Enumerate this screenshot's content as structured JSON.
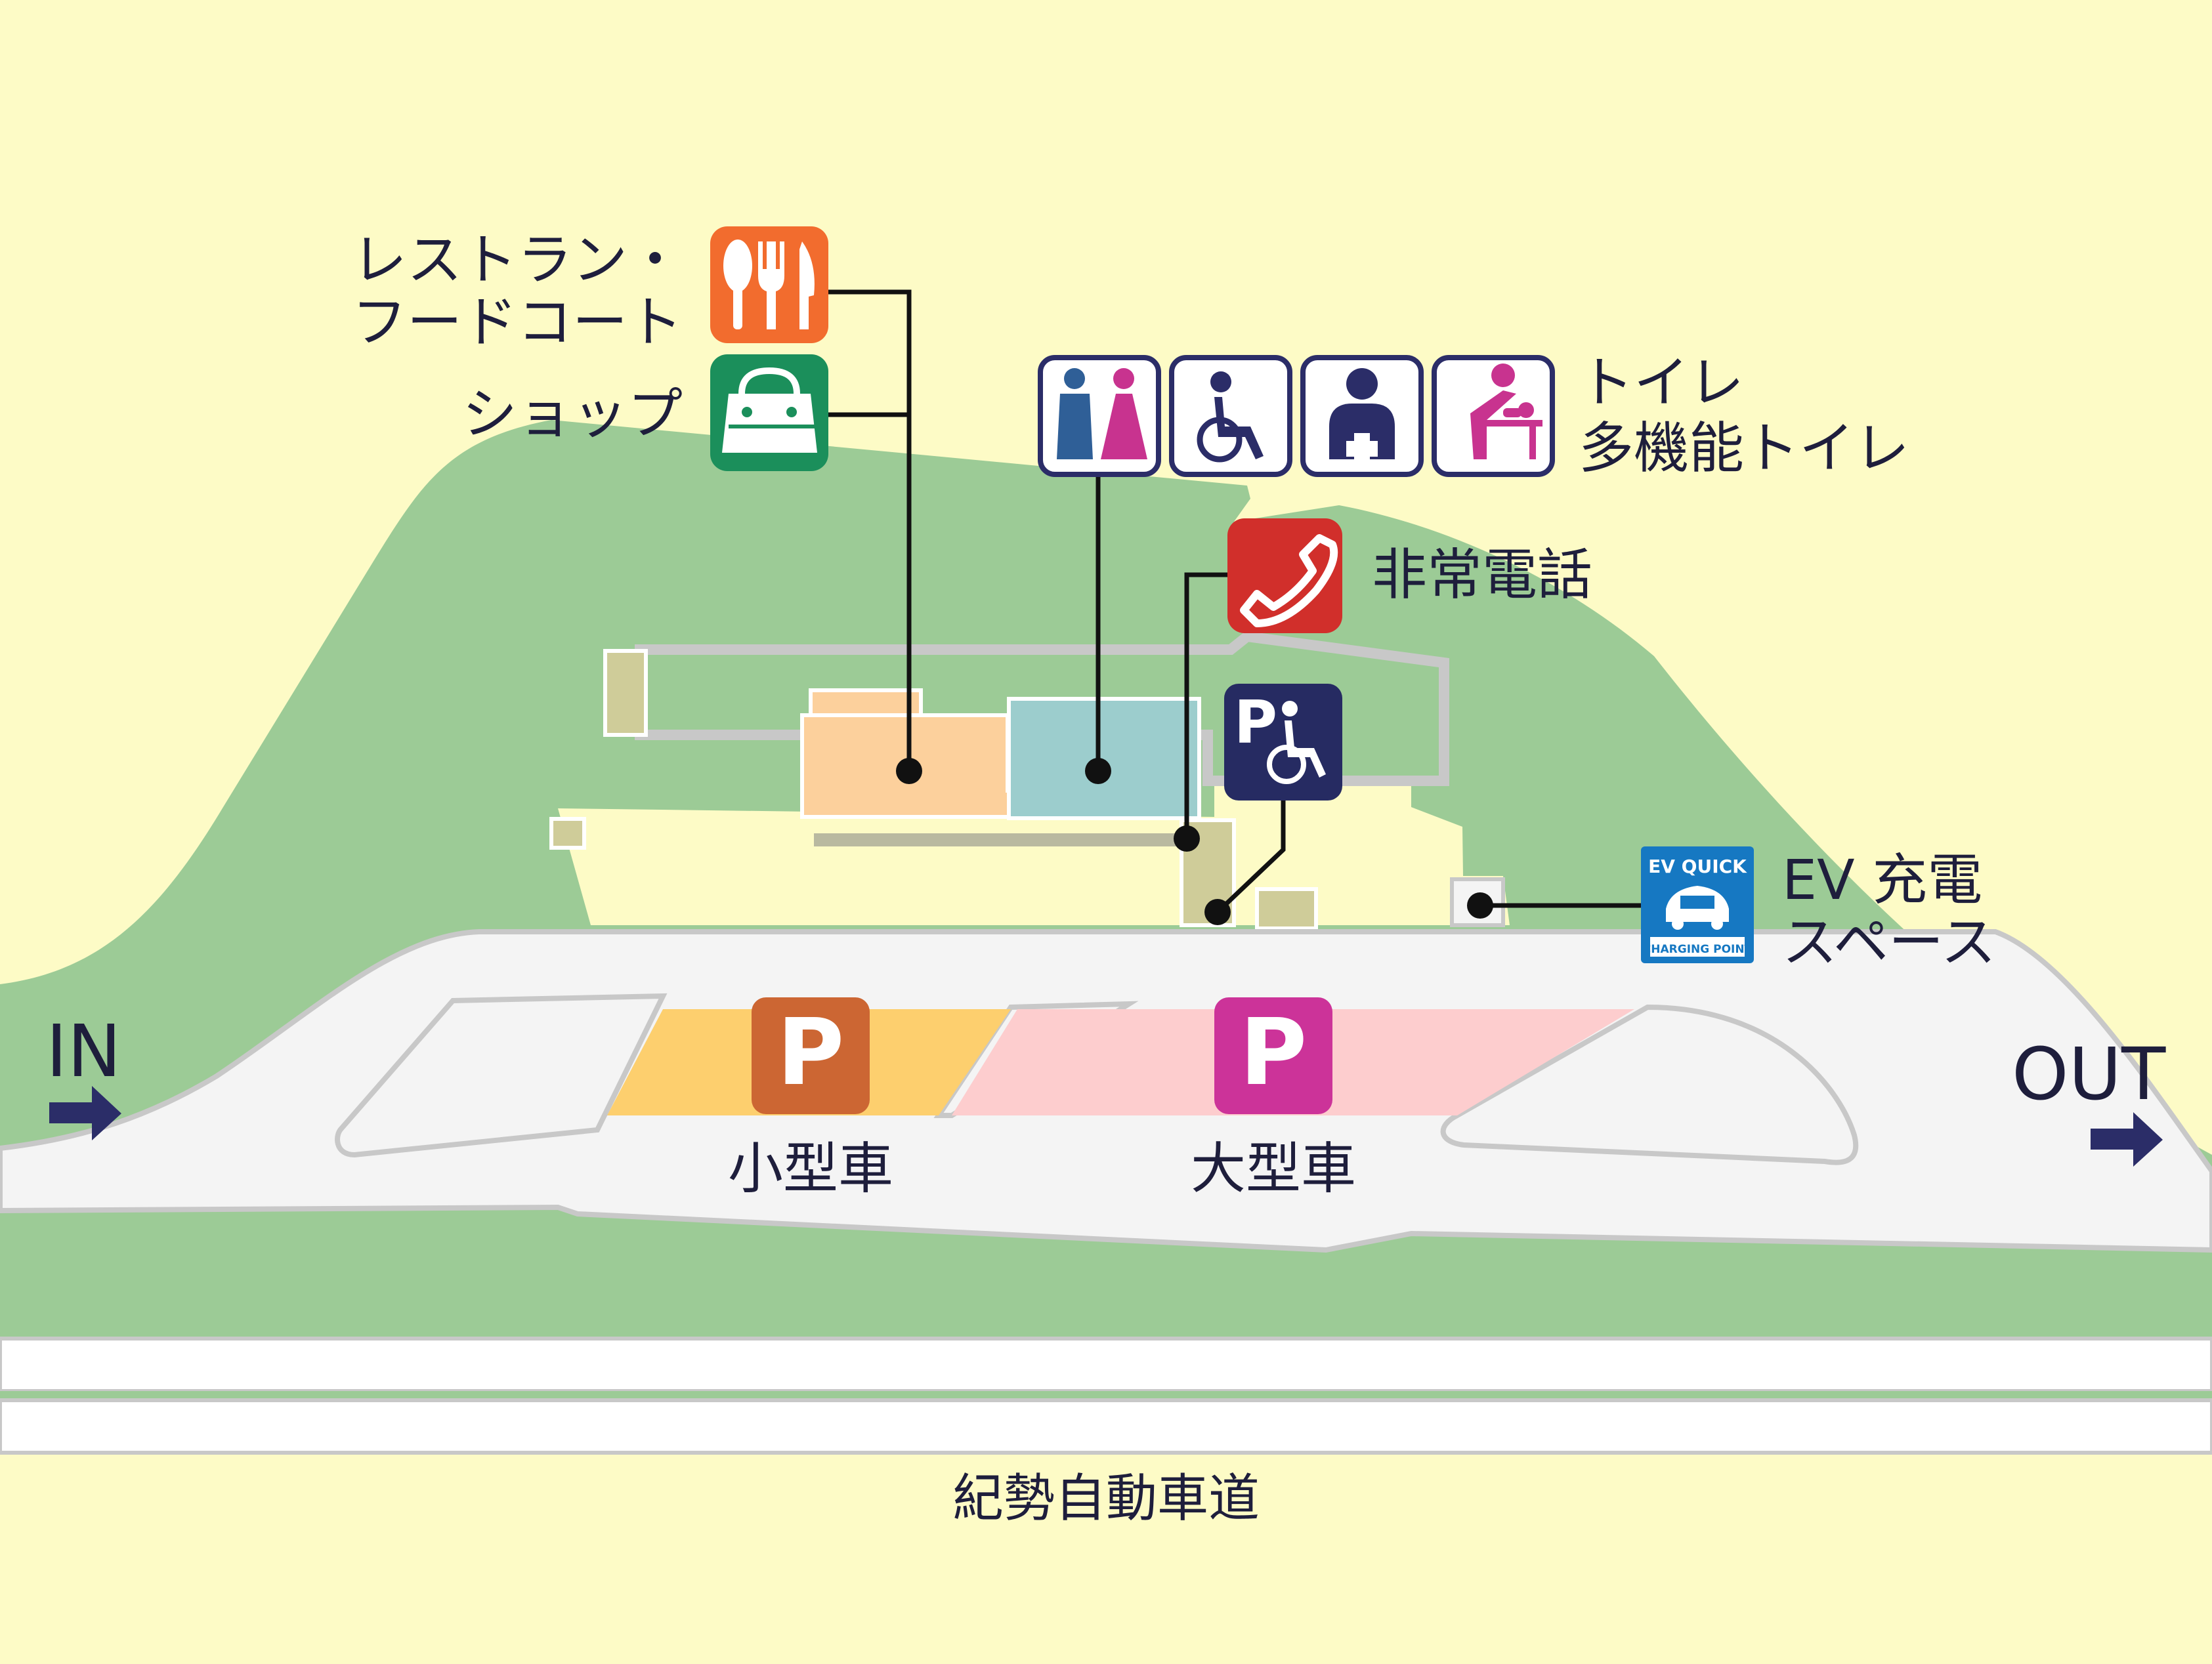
{
  "labels": {
    "restaurant_line1": "レストラン・",
    "restaurant_line2": "フードコート",
    "shop": "ショップ",
    "toilet_line1": "トイレ",
    "toilet_line2": "多機能トイレ",
    "emergency_phone": "非常電話",
    "ev_line1": "EV 充電",
    "ev_line2": "スペース",
    "in": "IN",
    "out": "OUT",
    "small_car": "小型車",
    "large_car": "大型車",
    "expressway": "紀勢自動車道"
  },
  "ev_sign": {
    "top_text": "EV QUICK",
    "bottom_text": "CHARGING POINT"
  },
  "parking": {
    "small_symbol": "P",
    "large_symbol": "P",
    "accessible_symbol": "P"
  },
  "icons": [
    "restaurant-fork-knife-spoon-icon",
    "shop-bag-icon",
    "toilet-man-woman-icon",
    "wheelchair-icon",
    "first-aid-icon",
    "baby-changing-icon",
    "telephone-icon",
    "accessible-parking-icon",
    "ev-charger-icon",
    "arrow-right-icon"
  ],
  "colors": {
    "background": "#fdfbc6",
    "green_area": "#9ccb96",
    "road": "#f4f4f4",
    "road_edge": "#c8c8c8",
    "restaurant_building": "#fcd09c",
    "toilet_building": "#9ccdcd",
    "small_building": "#cfcc99",
    "small_parking": "#fdcf6e",
    "large_parking": "#fdcdce",
    "small_p_sign": "#cc6633",
    "large_p_sign": "#cc3399",
    "restaurant_icon": "#f26c2e",
    "shop_icon": "#1b8f5b",
    "toilet_icon_border": "#2b2d68",
    "man": "#2f5f97",
    "woman": "#c8338f",
    "baby_changing": "#c8338f",
    "phone_icon": "#d12f2b",
    "accessible_parking": "#262b62",
    "ev_icon": "#1678c2",
    "arrow": "#2b2d68"
  }
}
